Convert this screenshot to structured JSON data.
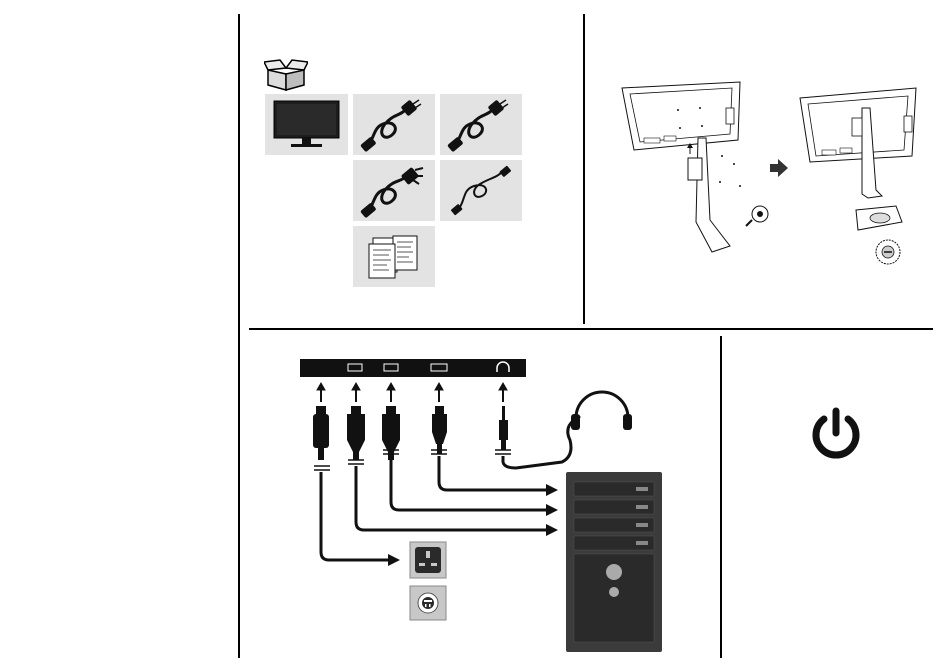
{
  "colors": {
    "background": "#ffffff",
    "line": "#000000",
    "tile": "#e3e3e3",
    "pc_case": "#3b3b3b",
    "outlet_tile": "#c8c8c8"
  },
  "package": {
    "icon": "open-box-icon",
    "items": [
      {
        "name": "monitor",
        "icon": "monitor-icon"
      },
      {
        "name": "power-cord-1",
        "icon": "power-cord-icon"
      },
      {
        "name": "power-cord-2",
        "icon": "power-cord-icon"
      },
      {
        "name": "power-cord-3",
        "icon": "power-cord-icon"
      },
      {
        "name": "hdmi-cable",
        "icon": "cable-icon"
      },
      {
        "name": "documentation",
        "icon": "manual-icon"
      }
    ]
  },
  "stand_install": {
    "steps": [
      "attach-stand",
      "tighten-screw"
    ],
    "icon": "arrow-right-icon"
  },
  "ports": [
    {
      "name": "power-in",
      "icon": "power-port-icon"
    },
    {
      "name": "hdmi-1",
      "icon": "hdmi-port-icon"
    },
    {
      "name": "hdmi-2",
      "icon": "hdmi-port-icon"
    },
    {
      "name": "displayport",
      "icon": "displayport-icon"
    },
    {
      "name": "audio-out",
      "icon": "headphone-icon"
    }
  ],
  "power": {
    "icon": "power-icon"
  }
}
